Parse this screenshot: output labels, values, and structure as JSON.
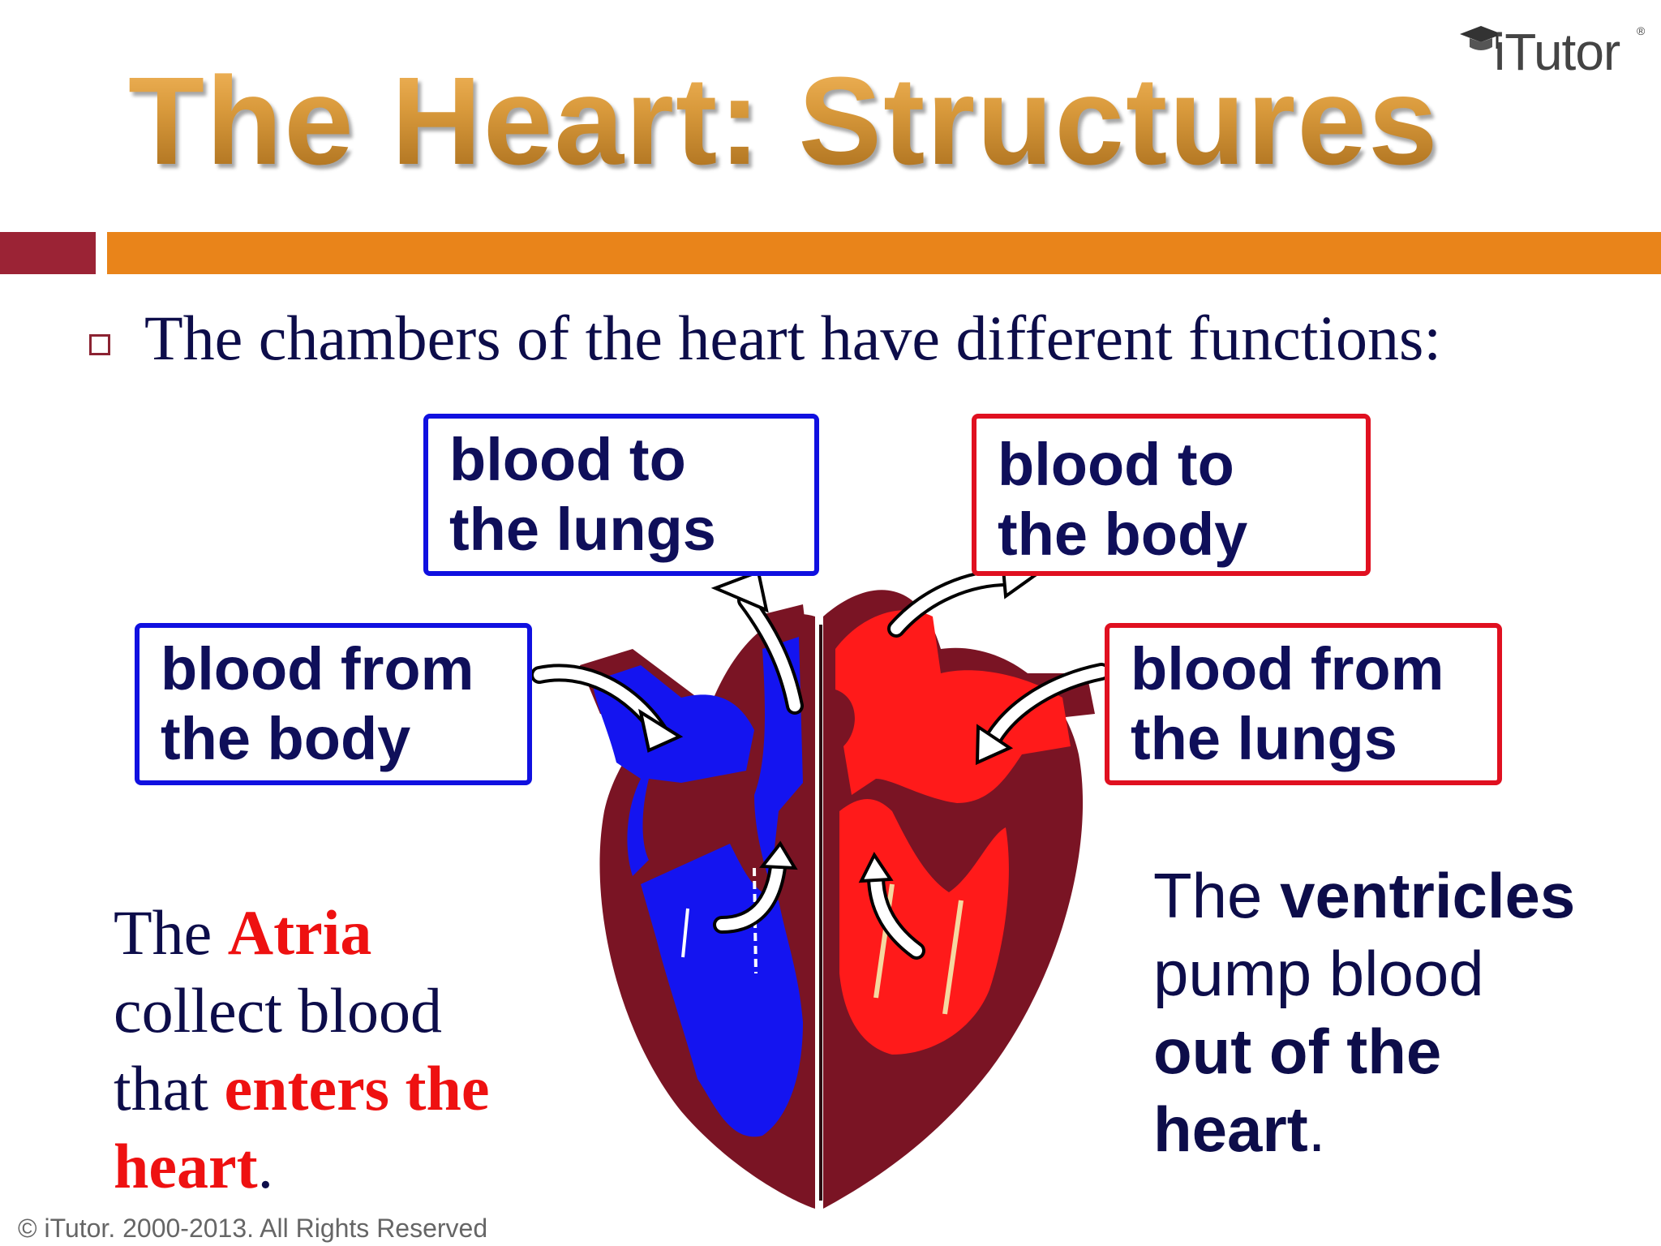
{
  "slide": {
    "title": "The Heart: Structures",
    "logo_text": "iTutor",
    "logo_mark": "®",
    "bullet": "The chambers of the heart have different functions:",
    "labels": {
      "lungs_out": [
        "blood to",
        "the lungs"
      ],
      "body_out": [
        "blood to",
        "the body"
      ],
      "body_in": [
        "blood from",
        "the body"
      ],
      "lungs_in": [
        "blood from",
        "the lungs"
      ]
    },
    "atria": {
      "pre": "The ",
      "word": "Atria",
      "line2": "collect blood",
      "line3_pre": "that ",
      "line3_hl": "enters the",
      "line4_hl": "heart",
      "line4_end": "."
    },
    "ventricles": {
      "pre": "The ",
      "word": "ventricles",
      "line2": "pump blood",
      "line3": "out of the",
      "line4": "heart",
      "line4_end": "."
    },
    "footer": "© iTutor. 2000-2013. All Rights Reserved"
  },
  "colors": {
    "deoxygenated": "#1414f0",
    "oxygenated": "#ff1a1a",
    "muscle": "#7a1424",
    "accent_bar": "#e9841a",
    "accent_bar_left": "#9b2335"
  },
  "icons": [
    "graduation-cap-icon",
    "bullet-square-icon",
    "flow-arrow-icon"
  ]
}
